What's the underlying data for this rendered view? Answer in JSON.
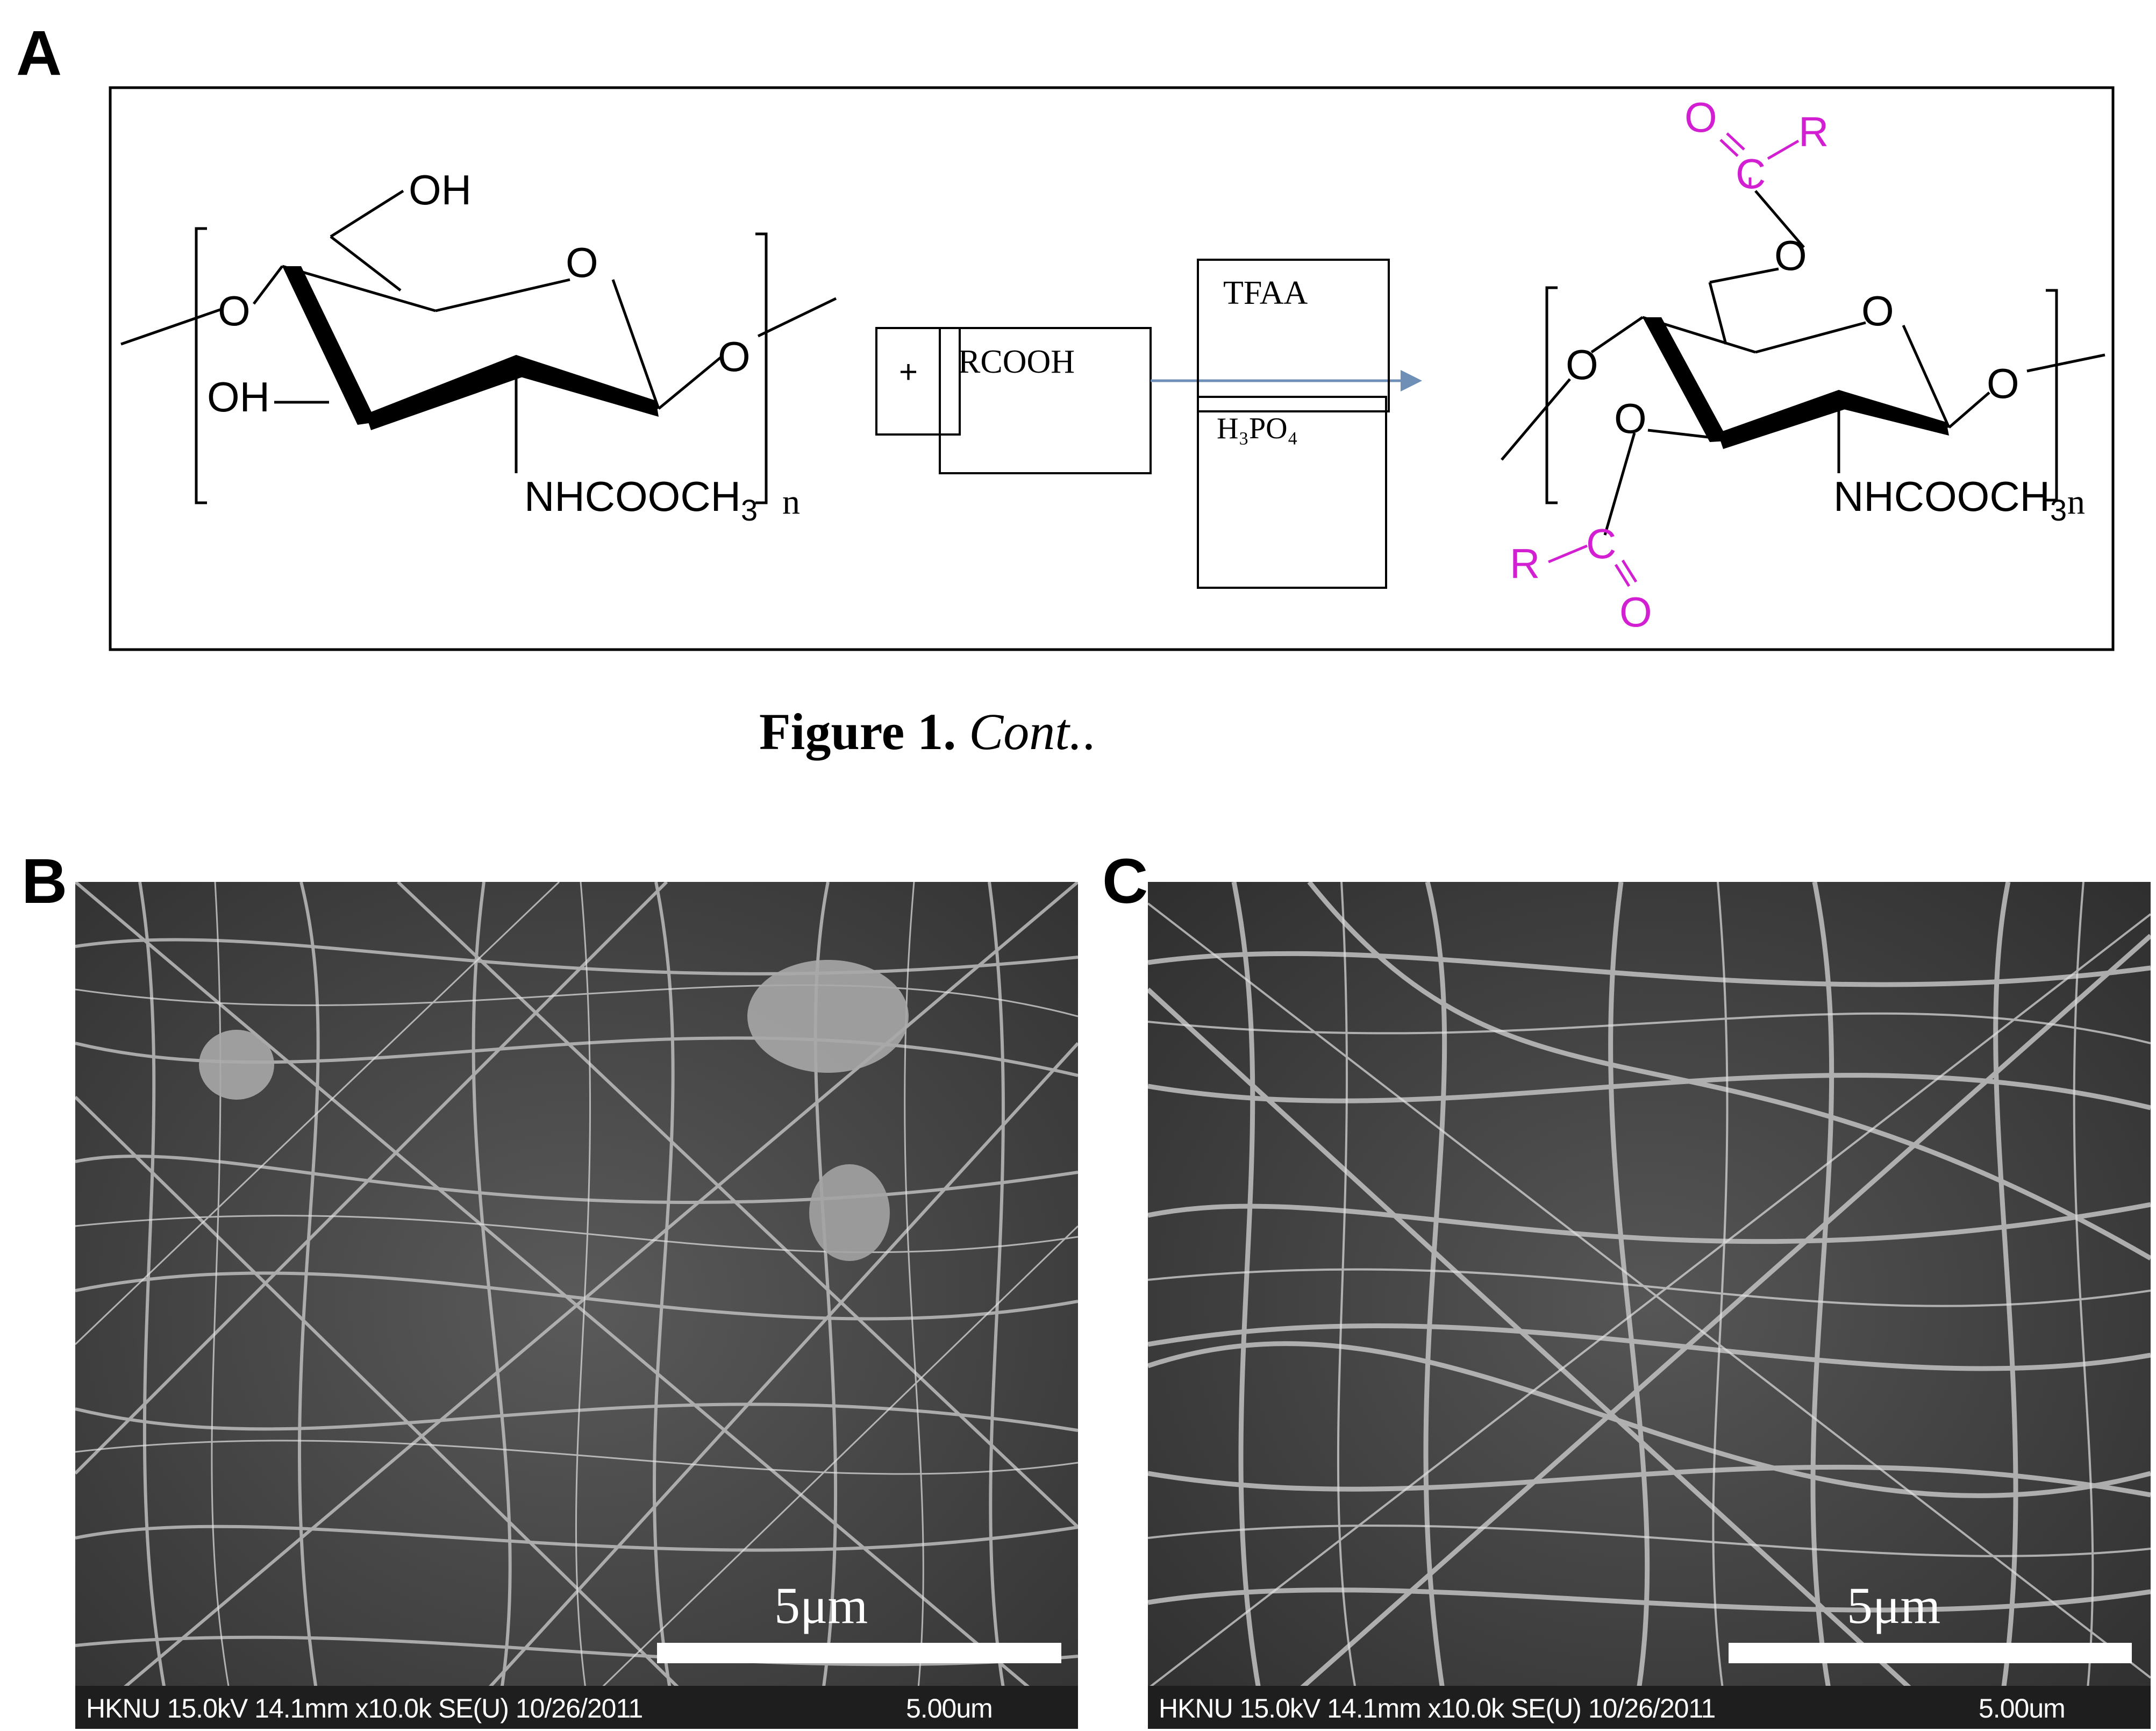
{
  "panels": {
    "a": {
      "letter": "A"
    },
    "b": {
      "letter": "B"
    },
    "c": {
      "letter": "C"
    }
  },
  "scheme": {
    "reactant": {
      "oh_top": "OH",
      "oh_left": "OH",
      "ring_o": "O",
      "o_left": "O",
      "o_right": "O",
      "nh": "NHCOOCH",
      "nh_sub": "3",
      "n": "n"
    },
    "plus": "+",
    "reagent": "RCOOH",
    "catalyst_top": "TFAA",
    "catalyst_bottom": "H₃PO₄",
    "product": {
      "acyl_top": {
        "o": "O",
        "c": "C",
        "r": "R"
      },
      "acyl_bottom": {
        "o": "O",
        "c": "C",
        "r": "R"
      },
      "o6": "O",
      "o3": "O",
      "ring_o": "O",
      "o_left": "O",
      "o_right": "O",
      "nh": "NHCOOCH",
      "nh_sub": "3",
      "n": "n"
    },
    "acyl_color": "#d11fd1",
    "arrow_color": "#6f8fb6"
  },
  "caption": {
    "label": "Figure 1.",
    "text": "Cont."
  },
  "sem_b": {
    "scale_label": "5μm",
    "info": "HKNU 15.0kV 14.1mm x10.0k SE(U) 10/26/2011",
    "scale_value": "5.00um"
  },
  "sem_c": {
    "scale_label": "5μm",
    "info": "HKNU 15.0kV 14.1mm x10.0k SE(U) 10/26/2011",
    "scale_value": "5.00um"
  }
}
